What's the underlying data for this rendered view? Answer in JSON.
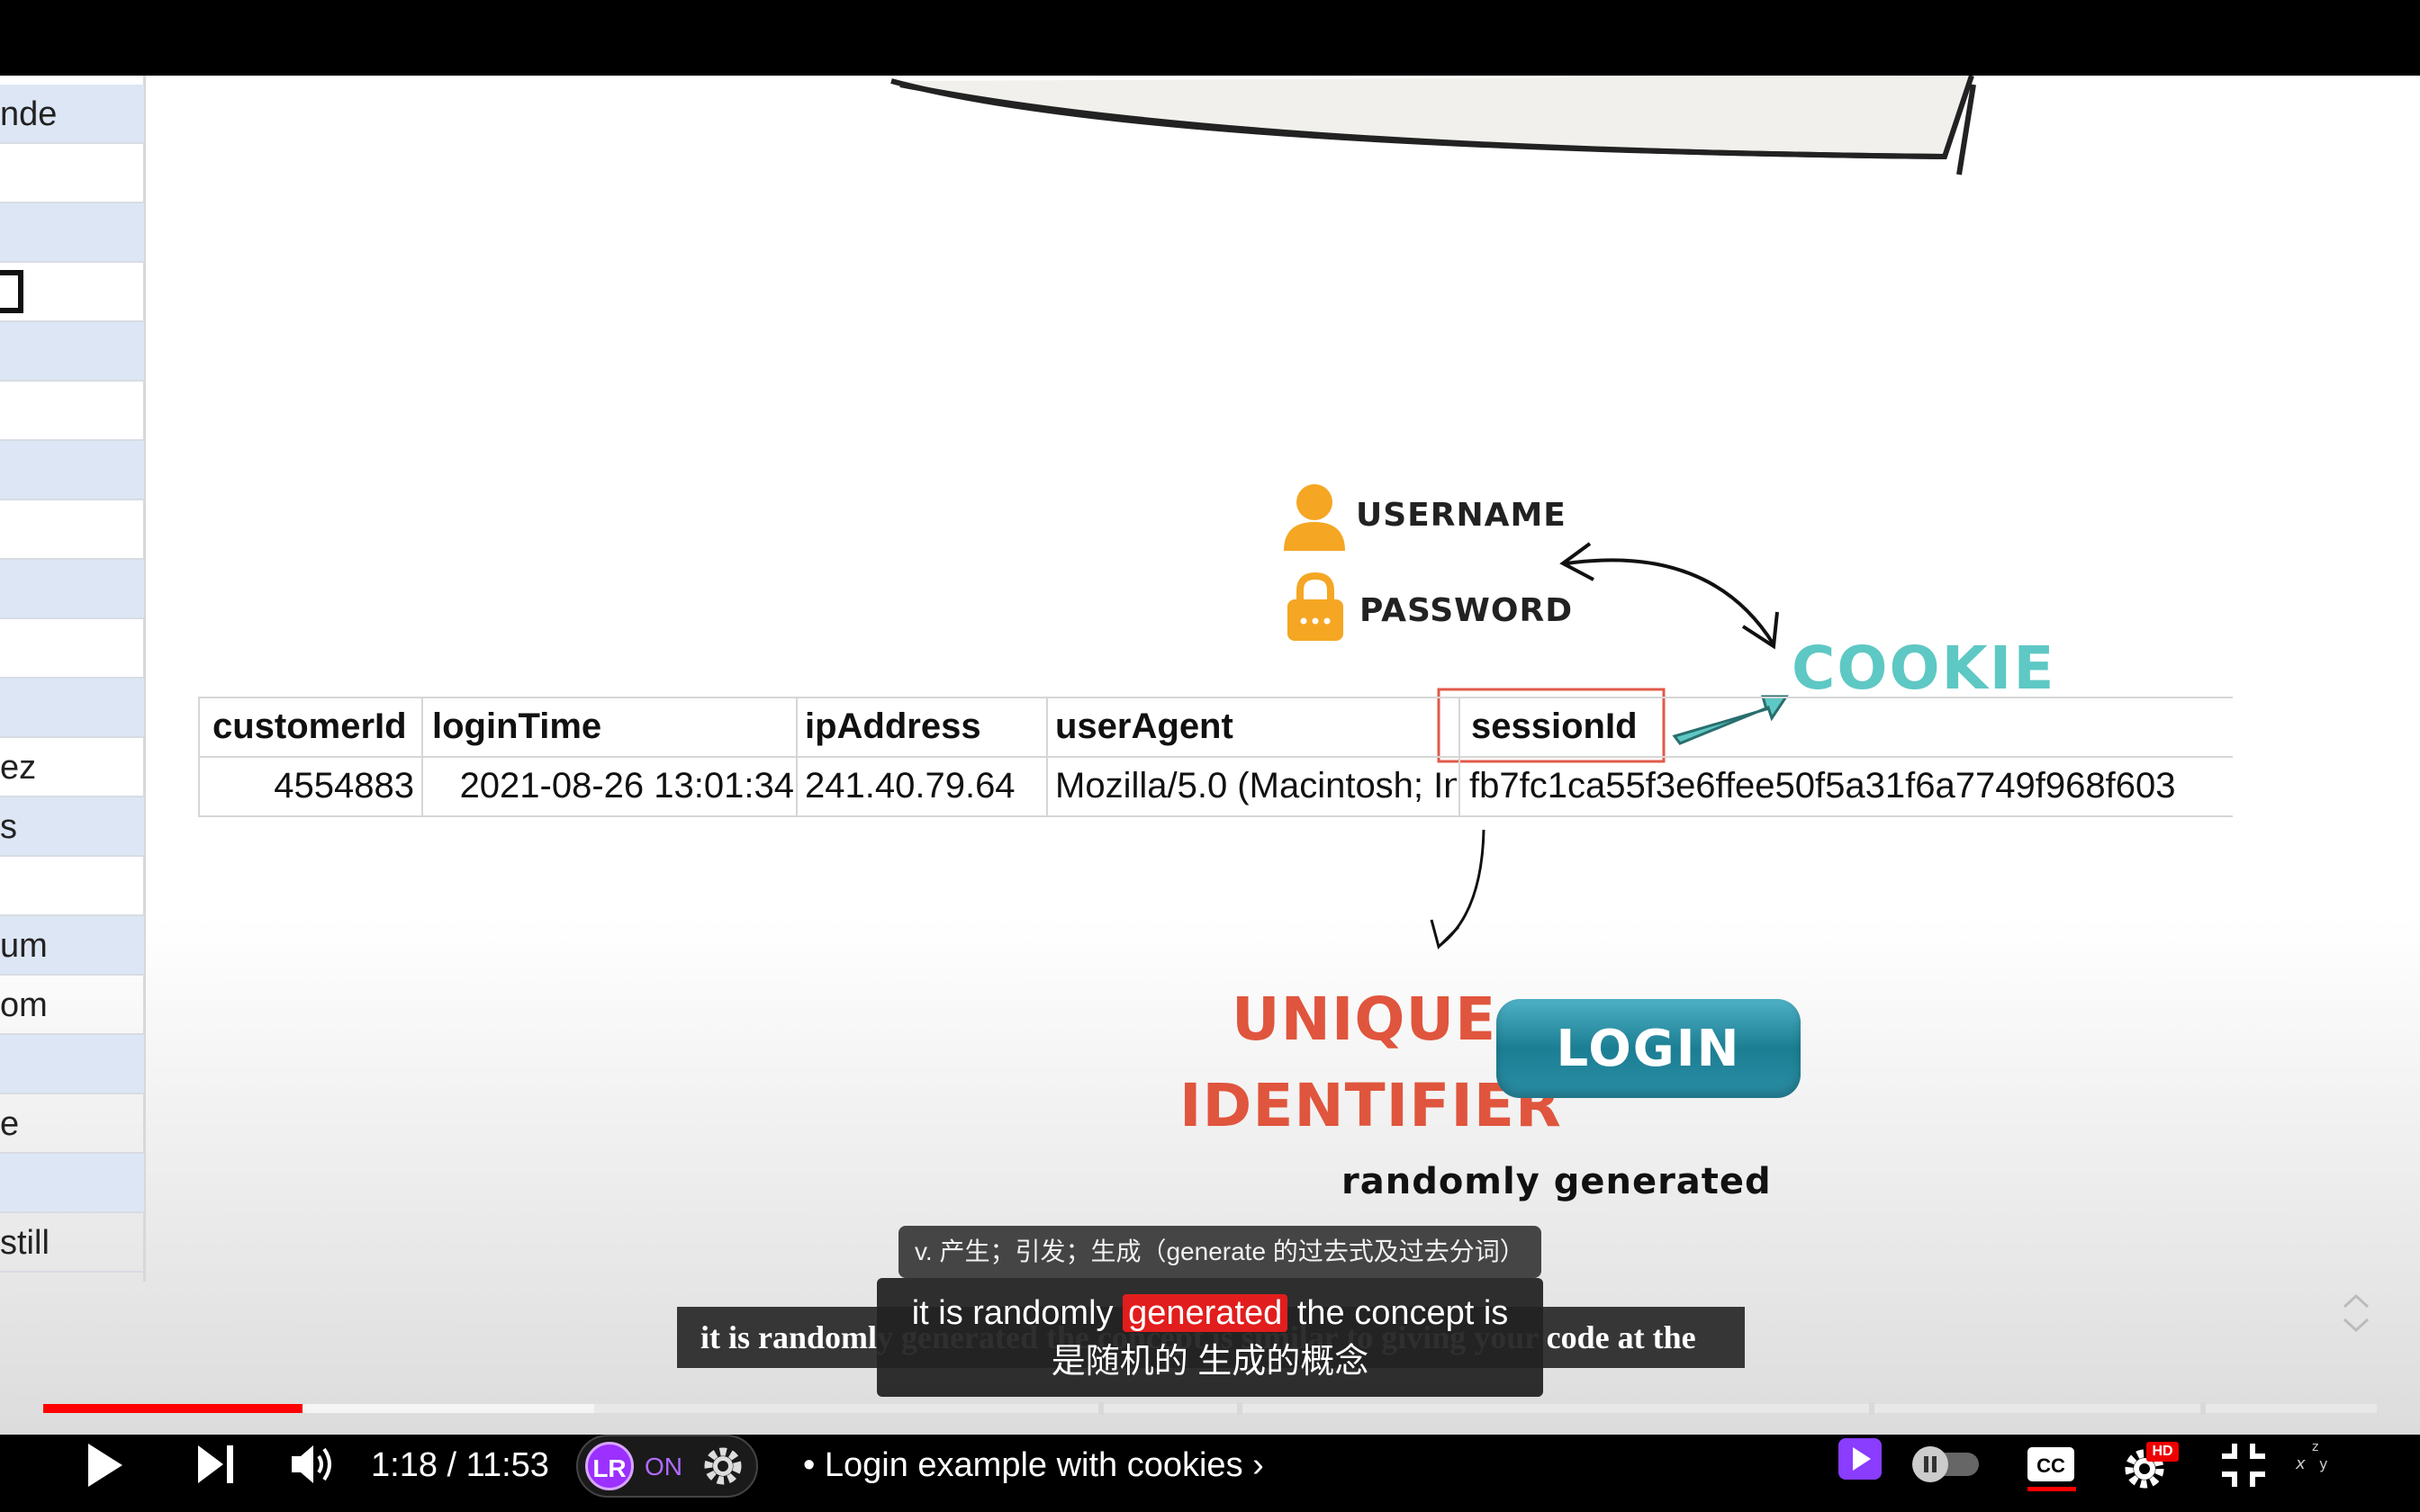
{
  "left_column": {
    "rows": [
      "nde",
      "",
      "",
      "",
      "",
      "",
      "",
      "",
      "",
      "",
      "",
      "ez",
      "s",
      "",
      "um",
      "om",
      "",
      "e",
      "",
      "still"
    ]
  },
  "diagram": {
    "username": "USERNAME",
    "password": "PASSWORD",
    "cookie": "COOKIE",
    "unique": "UNIQUE",
    "identifier": "IDENTIFIER",
    "login": "LOGIN",
    "randomly_generated": "randomly generated",
    "colors": {
      "cookie": "#5ec8c4",
      "identifier": "#e0553d",
      "login": "#1c7e93",
      "icon": "#f5a623",
      "highlight_box": "#e05a4a"
    }
  },
  "table": {
    "headers": [
      "customerId",
      "loginTime",
      "ipAddress",
      "userAgent",
      "sessionId"
    ],
    "row": [
      "4554883",
      "2021-08-26 13:01:34",
      "241.40.79.64",
      "Mozilla/5.0 (Macintosh; In",
      "fb7fc1ca55f3e6ffee50f5a31f6a7749f968f603"
    ]
  },
  "subtitles": {
    "dictionary_tip": "v. 产生；引发；生成（generate 的过去式及过去分词）",
    "background_caption": "it is randomly generated the concept is similar to giving your code at the",
    "line1_before": "it is randomly ",
    "line1_highlight": "generated",
    "line1_after": " the concept is",
    "line2": "是随机的 生成的概念"
  },
  "player": {
    "time_current": "1:18",
    "time_separator": " / ",
    "time_total": "11:53",
    "time_display": "1:18 / 11:53",
    "language_reactor_label": "ON",
    "language_reactor_logo": "LR",
    "chapter_title": "• Login example with cookies ›",
    "progress_fraction": 0.111,
    "buffered_fraction": 0.236,
    "hd_badge": "HD",
    "cc_label": "CC",
    "icons": [
      "play-icon",
      "next-icon",
      "volume-icon",
      "settings-icon",
      "miniplayer-icon",
      "autoplay-toggle-icon",
      "subtitles-icon",
      "quality-settings-icon",
      "exit-fullscreen-icon",
      "zzz-icon"
    ]
  }
}
